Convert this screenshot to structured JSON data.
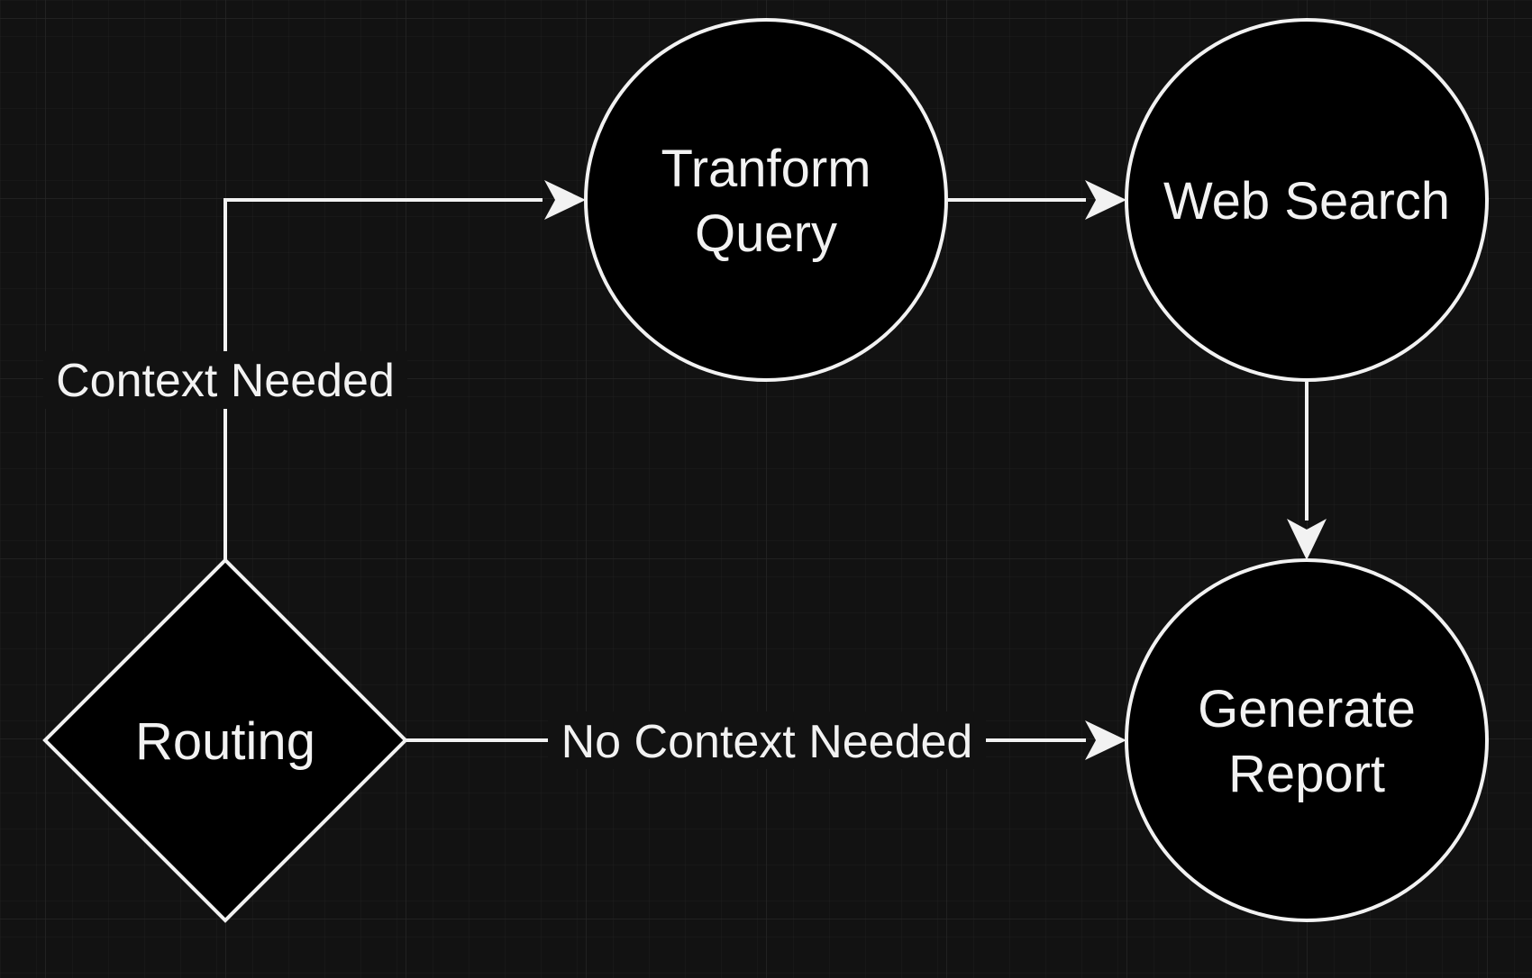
{
  "colors": {
    "background": "#121212",
    "grid_minor": "#1f1f1f",
    "grid_major": "#262626",
    "stroke": "#f2f2f2",
    "node_fill": "#000000"
  },
  "nodes": {
    "routing": {
      "label": "Routing",
      "shape": "diamond"
    },
    "transform_query": {
      "line1": "Tranform",
      "line2": "Query",
      "shape": "circle"
    },
    "web_search": {
      "label": "Web Search",
      "shape": "circle"
    },
    "generate_report": {
      "line1": "Generate",
      "line2": "Report",
      "shape": "circle"
    }
  },
  "edges": {
    "context_needed": {
      "label": "Context Needed"
    },
    "no_context_needed": {
      "label": "No Context Needed"
    }
  }
}
